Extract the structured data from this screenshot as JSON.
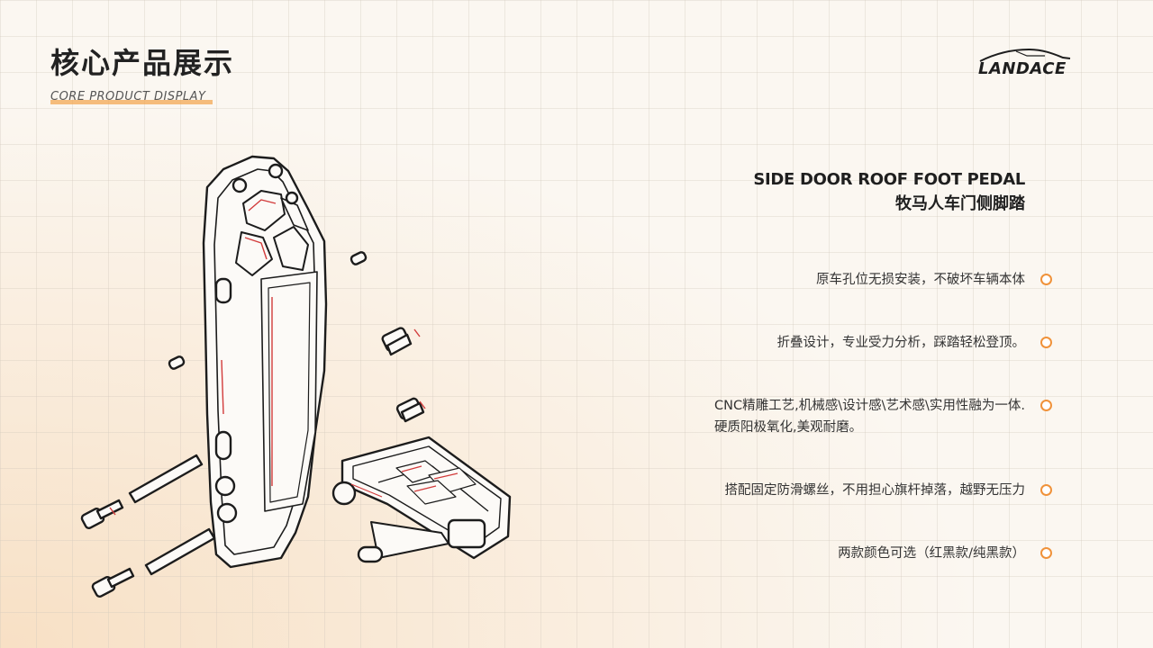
{
  "header": {
    "title": "核心产品展示",
    "subtitle": "CORE PRODUCT DISPLAY"
  },
  "brand": {
    "name": "LANDACE",
    "logo_icon": "car-silhouette-icon"
  },
  "product": {
    "title_en": "SIDE DOOR ROOF FOOT PEDAL",
    "title_cn": "牧马人车门侧脚踏",
    "illustration_icon": "foot-pedal-exploded-view-illustration"
  },
  "features": [
    {
      "lines": [
        "原车孔位无损安装，不破坏车辆本体"
      ]
    },
    {
      "lines": [
        "折叠设计，专业受力分析，踩踏轻松登顶。"
      ]
    },
    {
      "lines": [
        "CNC精雕工艺,机械感\\设计感\\艺术感\\实用性融为一体.",
        "硬质阳极氧化,美观耐磨。"
      ]
    },
    {
      "lines": [
        "搭配固定防滑螺丝，不用担心旗杆掉落，越野无压力"
      ]
    },
    {
      "lines": [
        "两款颜色可选（红黑款/纯黑款）"
      ]
    }
  ],
  "colors": {
    "accent": "#f0923a",
    "text": "#222222",
    "highlight_red": "#d23b3b"
  }
}
